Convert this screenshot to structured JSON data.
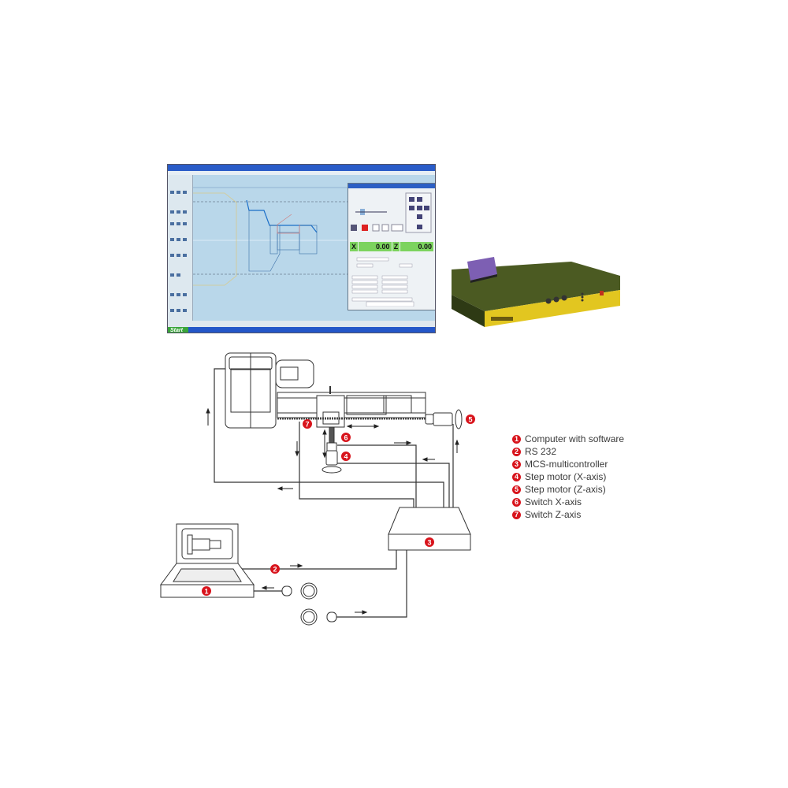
{
  "software_screenshot": {
    "dro": {
      "x_label": "X",
      "x_value": "0.00",
      "z_label": "Z",
      "z_value": "0.00"
    },
    "taskbar": {
      "start_label": "Start"
    }
  },
  "legend": {
    "items": [
      {
        "num": "1",
        "label": "Computer with software"
      },
      {
        "num": "2",
        "label": "RS 232"
      },
      {
        "num": "3",
        "label": "MCS-multicontroller"
      },
      {
        "num": "4",
        "label": "Step motor (X-axis)"
      },
      {
        "num": "5",
        "label": "Step motor (Z-axis)"
      },
      {
        "num": "6",
        "label": "Switch X-axis"
      },
      {
        "num": "7",
        "label": "Switch Z-axis"
      }
    ]
  },
  "colors": {
    "badge": "#d8141c",
    "controller_body": "#4b5a22",
    "controller_front": "#e2c620",
    "dro_green": "#7cd35e"
  }
}
